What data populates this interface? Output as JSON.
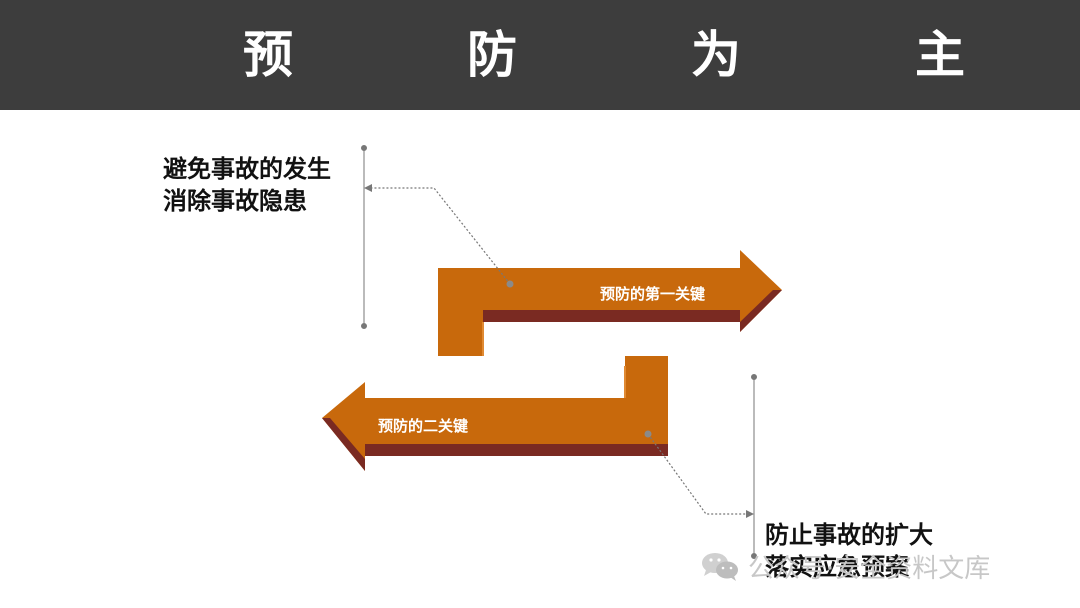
{
  "header": {
    "title": "预　防　为　主"
  },
  "notes": {
    "top": [
      "避免事故的发生",
      "消除事故隐患"
    ],
    "bottom": [
      "防止事故的扩大",
      "落实应急预案"
    ]
  },
  "arrows": {
    "first_label": "预防的第一关键",
    "second_label": "预防的二关键"
  },
  "watermark": {
    "text": "公众号·安全资料文库",
    "icon": "wechat-icon"
  },
  "colors": {
    "header_bg": "#3d3d3d",
    "arrow_fill": "#c8690c",
    "arrow_shadow": "#7a2a22",
    "connector": "#777777"
  }
}
